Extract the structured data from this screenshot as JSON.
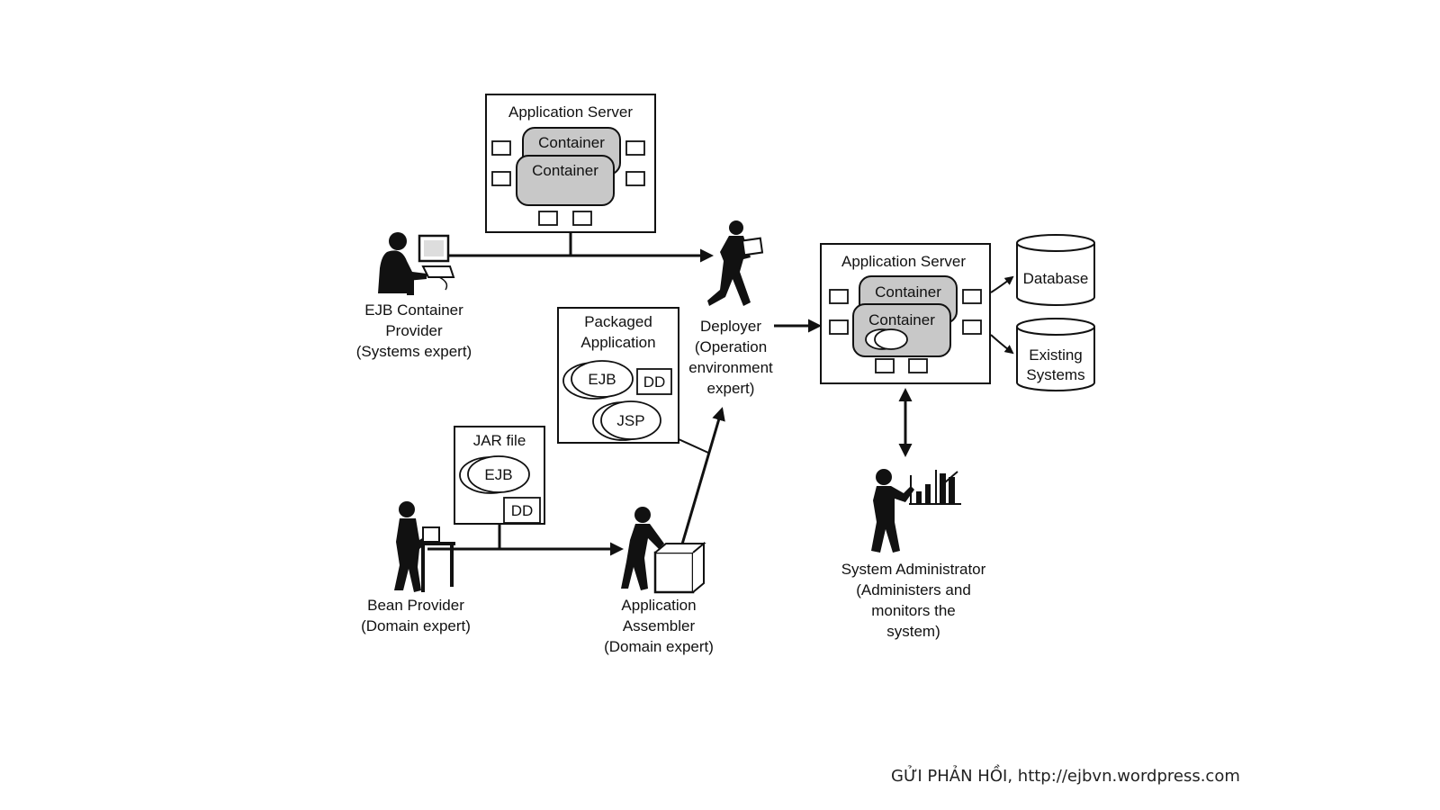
{
  "app_server_top": {
    "title": "Application Server",
    "container_back": "Container",
    "container_front": "Container"
  },
  "app_server_right": {
    "title": "Application Server",
    "container_back": "Container",
    "container_front": "Container"
  },
  "database": "Database",
  "existing_systems": [
    "Existing",
    "Systems"
  ],
  "ejb_container_provider": [
    "EJB Container",
    "Provider",
    "(Systems expert)"
  ],
  "deployer": [
    "Deployer",
    "(Operation",
    "environment",
    "expert)"
  ],
  "packaged_application": {
    "title": [
      "Packaged",
      "Application"
    ],
    "ejb": "EJB",
    "dd": "DD",
    "jsp": "JSP"
  },
  "jar_file": {
    "title": "JAR file",
    "ejb": "EJB",
    "dd": "DD"
  },
  "bean_provider": [
    "Bean Provider",
    "(Domain expert)"
  ],
  "application_assembler": [
    "Application",
    "Assembler",
    "(Domain expert)"
  ],
  "system_administrator": [
    "System Administrator",
    "(Administers and",
    "monitors the",
    "system)"
  ],
  "footer": {
    "feedback": "GỬI PHẢN HỒI,",
    "link": "http://ejbvn.wordpress.com"
  }
}
